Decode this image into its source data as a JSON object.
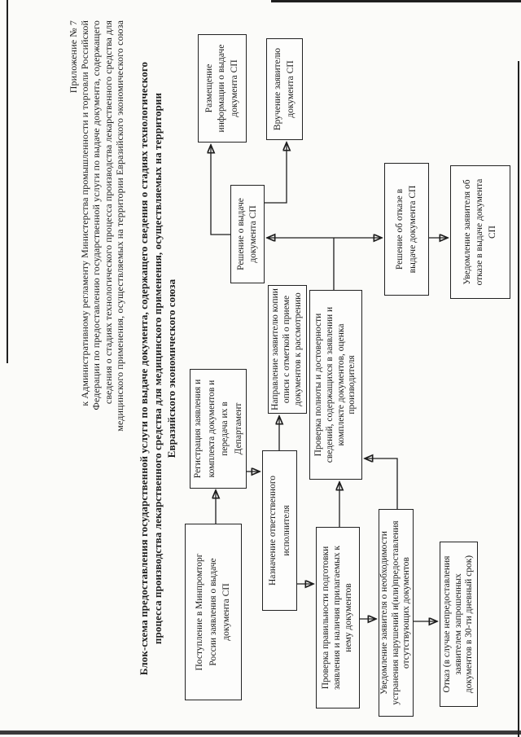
{
  "document": {
    "kind": "scanned flowchart page, rotated 90 degrees",
    "language": "ru"
  },
  "header": {
    "appendix_label": "Приложение № 7",
    "text": "Приложение № 7\nк Административному регламенту Министерства промышленности и торговли Российской\nФедерации по предоставлению государственной услуги по выдаче документа, содержащего\nсведения о стадиях технологического процесса производства лекарственного средства для\nмедицинского применения, осуществляемых на территории Евразийского экономического союза"
  },
  "title": {
    "text": "Блок-схема предоставления государственной услуги по выдаче документа, содержащего сведения о стадиях технологического\nпроцесса производства лекарственного средства для медицинского применения, осуществляемых на территории\nЕвразийского экономического союза"
  },
  "boxes": {
    "postuplenie": "Поступление в Минпромторг\nРоссии заявления о выдаче\nдокумента СП",
    "registratsiya": "Регистрация заявления и\nкомплекта документов и\nпередача их в\nДепартамент",
    "naznachenie": "Назначение ответственного\nисполнителя",
    "napravlenie": "Направление заявителю копии\nописи с отметкой о приеме\nдокументов к рассмотрению",
    "proverka_pravilnosti": "Проверка правильности подготовки\nзаявления и наличия прилагаемых к\nнему документов",
    "proverka_polnoty": "Проверка полноты и достоверности\nсведений, содержащихся в заявлении и\nкомплекте документов, оценка\nпроизводителя",
    "uvedomlenie_neobkhodimosti": "Уведомление заявителя о необходимости\nустранения нарушений и(или)предоставления\nотсутствующих документов",
    "otkaz": "Отказ (в случае непредоставления\nзаявителем запрошенных\nдокументов в 30-ти дневный срок)",
    "reshenie_vydache": "Решение о выдаче\nдокумента СП",
    "reshenie_otkaze": "Решение об отказе в\nвыдаче документа СП",
    "uvedomlenie_otkaze": "Уведомление заявителя об\nотказе в выдаче документа\nСП",
    "razmeshchenie": "Размещение\nинформации о выдаче\nдокумента СП",
    "vruchenie": "Вручение заявителю\nдокумента СП"
  },
  "colors": {
    "ink": "#1d1d1d",
    "paper": "#fbfbf9"
  }
}
